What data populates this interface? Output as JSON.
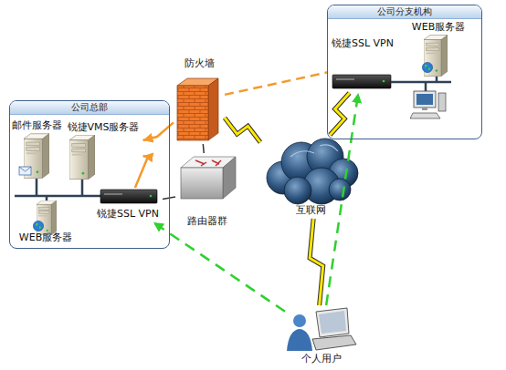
{
  "diagram": {
    "nodes": [
      {
        "text": [
          "公司分支机构"
        ]
      },
      {
        "text": [
          "锐捷SSL VPN"
        ],
        "in": 0
      },
      {
        "text": [
          "WEB服务器"
        ],
        "in": 0
      },
      {
        "text": [
          "防火墙"
        ]
      },
      {
        "text": [
          "公司总部"
        ]
      },
      {
        "text": [
          "邮件服务器"
        ],
        "in": 4
      },
      {
        "text": [
          "锐捷VMS服务器"
        ],
        "in": 4
      },
      {
        "text": [
          "锐捷SSL VPN"
        ],
        "in": 4
      },
      {
        "text": [
          "WEB服务器"
        ],
        "in": 4
      },
      {
        "text": [
          "路由器群"
        ]
      },
      {
        "text": [
          "互联网"
        ]
      },
      {
        "text": [
          "个人用户"
        ]
      }
    ],
    "edges": [
      {
        "from": 3,
        "to": 1,
        "arrow": "none"
      },
      {
        "from": 3,
        "to": 6,
        "arrow": "to"
      },
      {
        "from": 7,
        "to": 6,
        "arrow": "to"
      },
      {
        "from": 3,
        "to": 10,
        "arrow": "none"
      },
      {
        "from": 10,
        "to": 1,
        "arrow": "none"
      },
      {
        "from": 10,
        "to": 11,
        "arrow": "none"
      },
      {
        "from": 9,
        "to": 3,
        "arrow": "none"
      },
      {
        "from": 9,
        "to": 7,
        "arrow": "none"
      },
      {
        "from": 11,
        "to": 7,
        "arrow": "to"
      },
      {
        "from": 11,
        "to": 1,
        "arrow": "to"
      }
    ]
  }
}
